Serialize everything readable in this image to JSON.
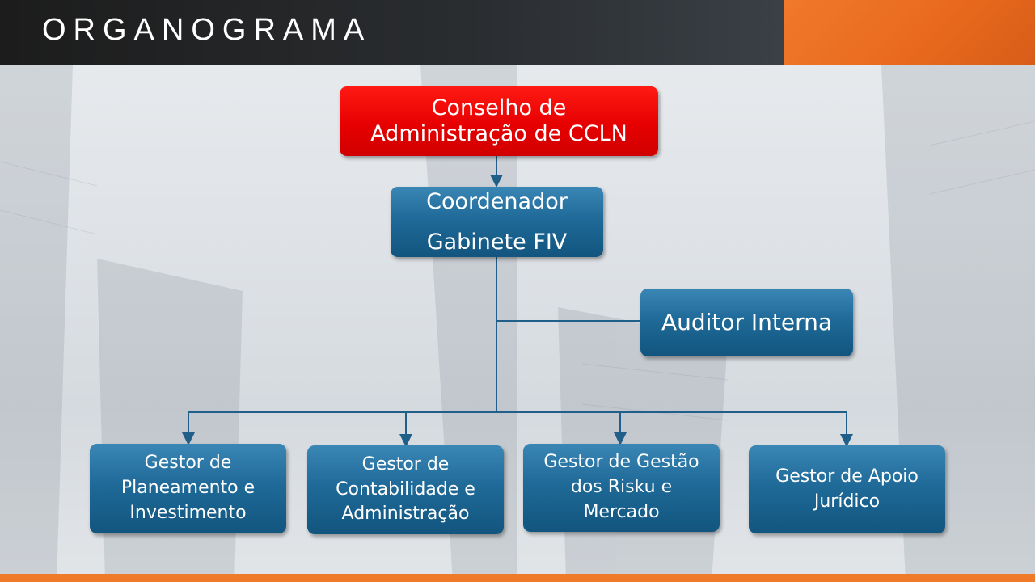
{
  "header": {
    "title": "ORGANOGRAMA"
  },
  "chart": {
    "board": {
      "line1": "Conselho de",
      "line2": "Administração de CCLN"
    },
    "coordinator": {
      "line1": "Coordenador",
      "line2": "Gabinete FIV"
    },
    "auditor": {
      "label": "Auditor Interna"
    },
    "managers": [
      {
        "lines": [
          "Gestor de",
          "Planeamento e",
          "Investimento"
        ]
      },
      {
        "lines": [
          "Gestor de",
          "Contabilidade e",
          "Administração"
        ]
      },
      {
        "lines": [
          "Gestor de Gestão",
          "dos Risku e",
          "Mercado"
        ]
      },
      {
        "lines": [
          "Gestor de Apoio",
          "Jurídico"
        ]
      }
    ]
  },
  "colors": {
    "accent": "#ef7a27",
    "board": "#e60000",
    "box": "#1f6a98",
    "line": "#1f5f8a"
  }
}
